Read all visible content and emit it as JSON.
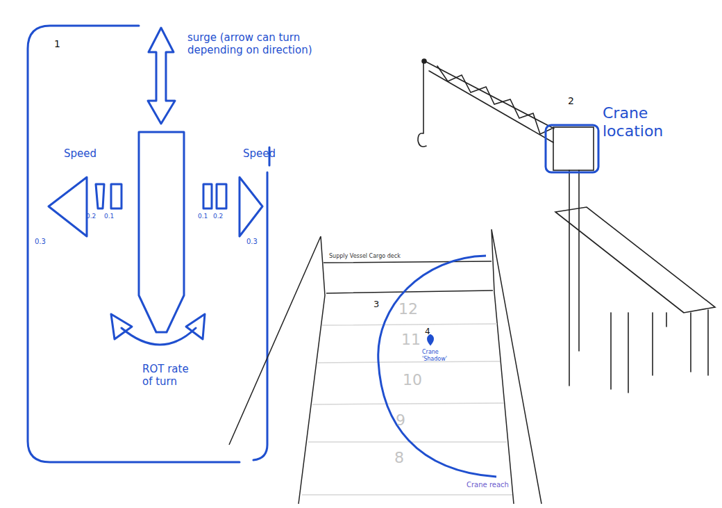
{
  "diagram": {
    "labels": [
      "1",
      "surge (arrow can turn depending on direction)",
      "Speed",
      "Speed",
      "0.3",
      "0.2",
      "0.1",
      "0.1",
      "0.2",
      "0.3",
      "ROT rate of turn",
      "2",
      "Crane location",
      "Supply Vessel Cargo deck",
      "3",
      "12",
      "11",
      "10",
      "9",
      "8",
      "4",
      "Crane 'Shadow'",
      "Crane reach"
    ]
  }
}
